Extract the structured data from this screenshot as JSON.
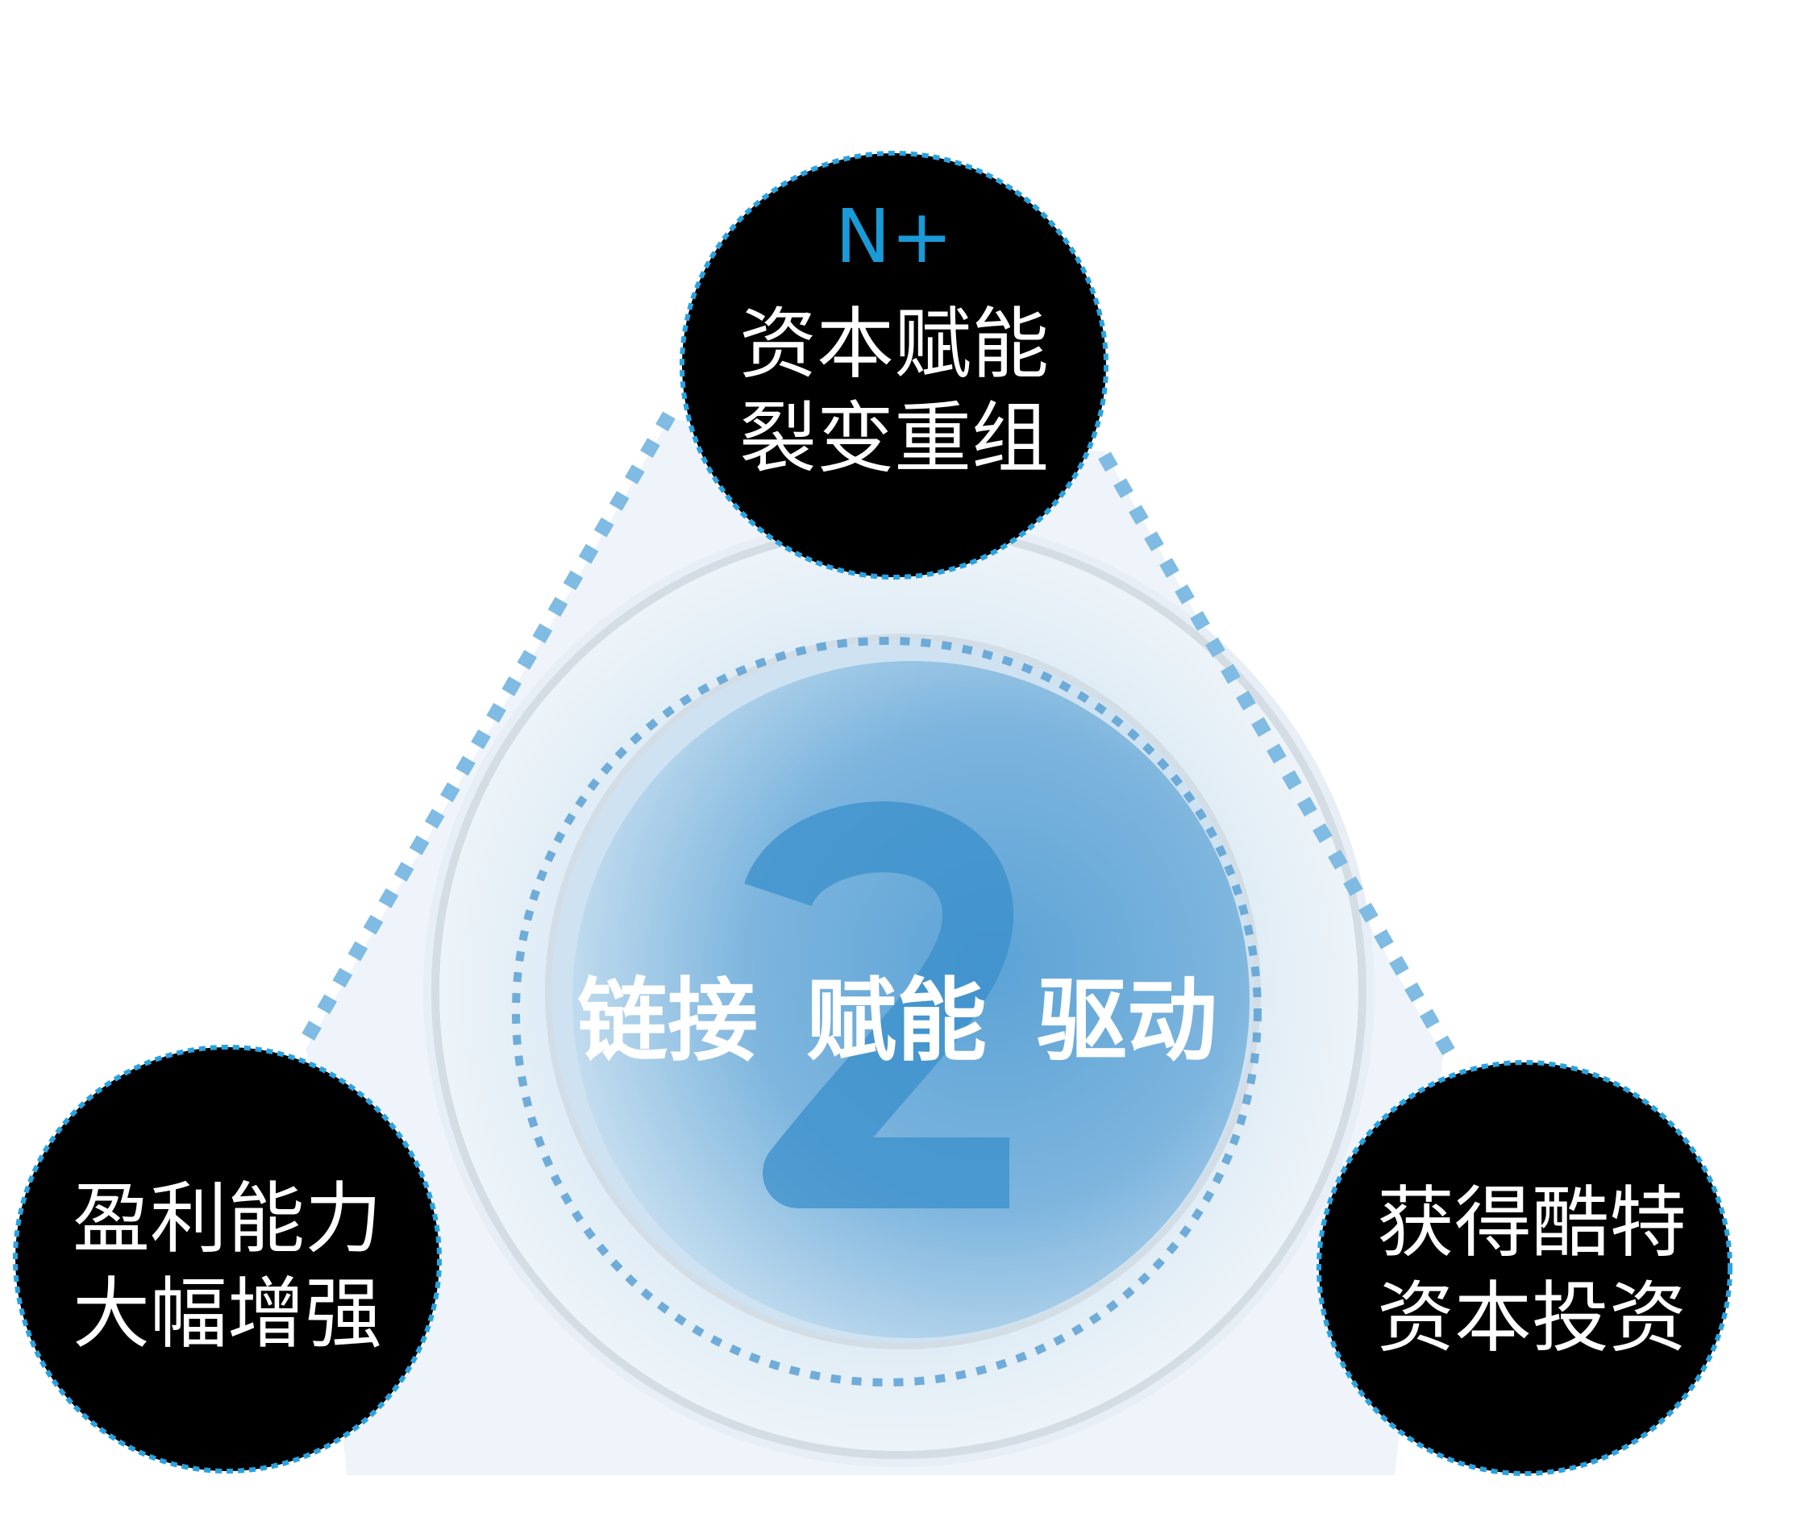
{
  "center": {
    "number": "2",
    "words": [
      "链接",
      "赋能",
      "驱动"
    ]
  },
  "nodes": {
    "top": {
      "prefix": "N+",
      "lines": [
        "资本赋能",
        "裂变重组"
      ]
    },
    "left": {
      "lines": [
        "盈利能力",
        "大幅增强"
      ]
    },
    "right": {
      "lines": [
        "获得酷特",
        "资本投资"
      ]
    }
  },
  "colors": {
    "accent": "#1a9ad6",
    "node_fill": "#000000",
    "node_border": "#29a3e0",
    "core_blue": "#5ca3d6",
    "number_blue": "#3a8fcb"
  }
}
